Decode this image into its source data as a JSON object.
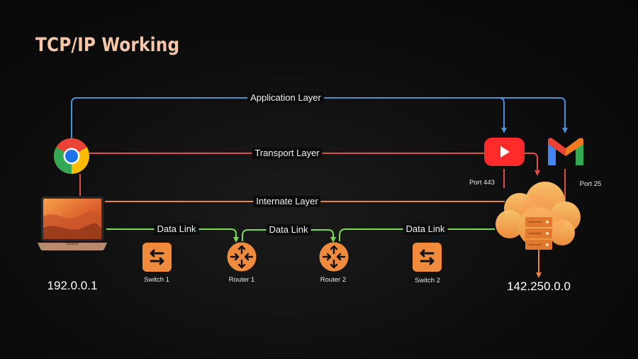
{
  "title": "TCP/IP Working",
  "layers": {
    "application": "Application Layer",
    "transport": "Transport Layer",
    "internet": "Internate Layer"
  },
  "data_link": [
    "Data Link",
    "Data Link",
    "Data Link"
  ],
  "devices": {
    "switch1": "Switch 1",
    "router1": "Router 1",
    "router2": "Router 2",
    "switch2": "Switch 2"
  },
  "ports": {
    "youtube": "Port 443",
    "gmail": "Port 25"
  },
  "ips": {
    "client": "192.0.0.1",
    "server": "142.250.0.0"
  },
  "colors": {
    "application": "#4a90d9",
    "transport": "#e0504a",
    "internet": "#e8814a",
    "data_link": "#7ed957",
    "device": "#f08a3c",
    "title": "#f6c6a6"
  },
  "icons": [
    "chrome-icon",
    "laptop-icon",
    "switch-icon",
    "router-icon",
    "youtube-icon",
    "gmail-icon",
    "cloud-server-icon"
  ]
}
